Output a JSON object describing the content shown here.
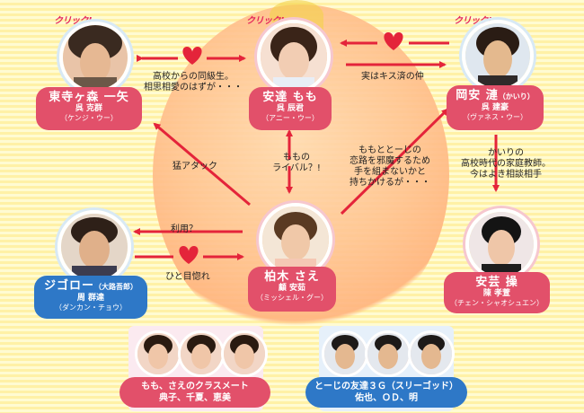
{
  "click_label": "クリック!",
  "characters": {
    "higashi": {
      "name": "東寺ヶ森 一矢",
      "chinese": "呉 克群",
      "reading": "（ケンジ・ウー）"
    },
    "momo": {
      "name": "安達 もも",
      "chinese": "呉 辰君",
      "reading": "（アニー・ウー）"
    },
    "kairi": {
      "name": "岡安 漣",
      "name_suffix": "（かいり）",
      "chinese": "呉 建豪",
      "reading": "（ヴァネス・ウー）"
    },
    "jigoro": {
      "name": "ジゴロー",
      "name_suffix": "（大路吾郎）",
      "chinese": "周 群達",
      "reading": "（ダンカン・チョウ）"
    },
    "sae": {
      "name": "柏木 さえ",
      "chinese": "顧 安茹",
      "reading": "（ミッシェル・グー）"
    },
    "ange": {
      "name": "安芸 操",
      "chinese": "陳 孝萱",
      "reading": "（チェン・シャオシュエン）"
    }
  },
  "relations": {
    "higashi_momo": [
      "高校からの同級生。",
      "相思相愛のはずが・・・"
    ],
    "kairi_momo": "実はキス済の仲",
    "sae_higashi": "猛アタック",
    "momo_sae": [
      "ももの",
      "ライバル？!"
    ],
    "kairi_sae": [
      "ももととーじの",
      "恋路を邪魔するため",
      "手を組まないかと",
      "持ちかけるが・・・"
    ],
    "kairi_ange": [
      "かいりの",
      "高校時代の家庭教師。",
      "今はよき相談相手"
    ],
    "sae_jigoro": "利用？",
    "jigoro_sae": "ひと目惚れ"
  },
  "groups": {
    "classmates": {
      "line1": "もも、さえのクラスメート",
      "line2": "典子、千夏、恵美"
    },
    "threegod": {
      "line1": "とーじの友達３Ｇ（スリーゴッド）",
      "line2": "佑也、ＯＤ、明"
    }
  }
}
